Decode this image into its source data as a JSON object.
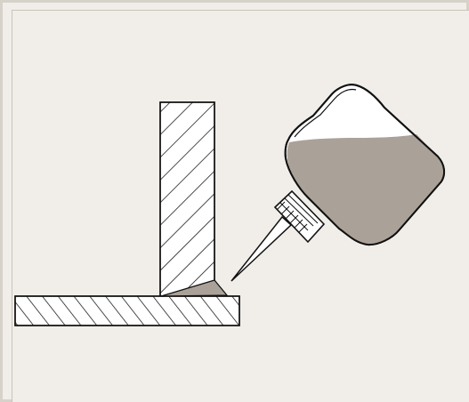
{
  "diagram": {
    "background_color": "#f1eee9",
    "stroke_color": "#111111",
    "glue_color": "#aaa198",
    "hatch_color": "#111111",
    "components": {
      "vertical_plate": "hatched-vertical-board",
      "horizontal_plate": "hatched-horizontal-board",
      "glue_fillet": "glue-bead",
      "bottle": "glue-bottle-icon",
      "nozzle": "bottle-nozzle",
      "cap": "ridged-bottle-cap"
    }
  }
}
